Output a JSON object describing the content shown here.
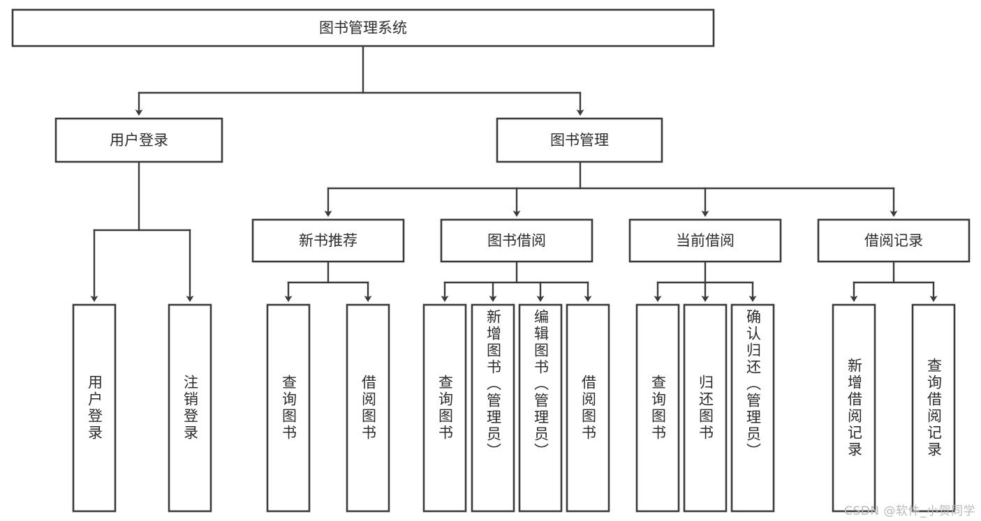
{
  "diagram": {
    "title": "图书管理系统",
    "type": "tree-hierarchy-diagram",
    "colors": {
      "stroke": "#3a3a3a",
      "box_fill": "#ffffff",
      "text": "#2b2b2b",
      "background": "#ffffff",
      "watermark": "#b9b9b9"
    },
    "root": {
      "label": "图书管理系统",
      "orientation": "horizontal"
    },
    "level2": [
      {
        "label": "用户登录",
        "orientation": "horizontal"
      },
      {
        "label": "图书管理",
        "orientation": "horizontal"
      }
    ],
    "level3": [
      {
        "label": "新书推荐",
        "orientation": "horizontal"
      },
      {
        "label": "图书借阅",
        "orientation": "horizontal"
      },
      {
        "label": "当前借阅",
        "orientation": "horizontal"
      },
      {
        "label": "借阅记录",
        "orientation": "horizontal"
      }
    ],
    "leaves": [
      {
        "label": "用户登录",
        "parent": "用户登录",
        "orientation": "vertical"
      },
      {
        "label": "注销登录",
        "parent": "用户登录",
        "orientation": "vertical"
      },
      {
        "label": "查询图书",
        "parent": "新书推荐",
        "orientation": "vertical"
      },
      {
        "label": "借阅图书",
        "parent": "新书推荐",
        "orientation": "vertical"
      },
      {
        "label": "查询图书",
        "parent": "图书借阅",
        "orientation": "vertical"
      },
      {
        "label": "新增图书（管理员）",
        "parent": "图书借阅",
        "orientation": "vertical"
      },
      {
        "label": "编辑图书（管理员）",
        "parent": "图书借阅",
        "orientation": "vertical"
      },
      {
        "label": "借阅图书",
        "parent": "图书借阅",
        "orientation": "vertical"
      },
      {
        "label": "查询图书",
        "parent": "当前借阅",
        "orientation": "vertical"
      },
      {
        "label": "归还图书",
        "parent": "当前借阅",
        "orientation": "vertical"
      },
      {
        "label": "确认归还（管理员）",
        "parent": "当前借阅",
        "orientation": "vertical"
      },
      {
        "label": "新增借阅记录",
        "parent": "借阅记录",
        "orientation": "vertical"
      },
      {
        "label": "查询借阅记录",
        "parent": "借阅记录",
        "orientation": "vertical"
      }
    ]
  },
  "watermark": {
    "text": "CSDN @软件_小贺同学"
  }
}
